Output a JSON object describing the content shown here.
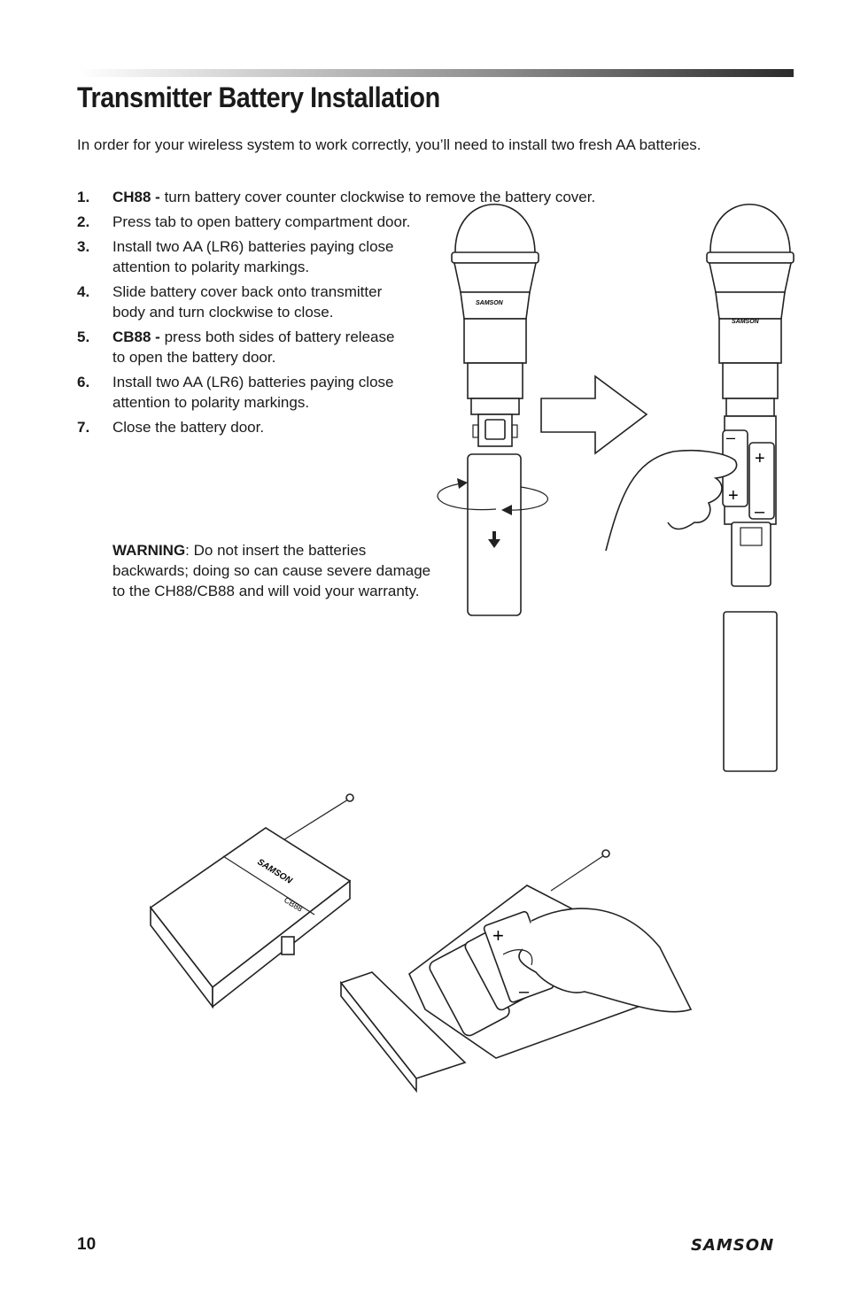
{
  "page": {
    "title": "Transmitter Battery Installation",
    "intro": "In order for your wireless system to work correctly, you’ll need to install two fresh AA batteries.",
    "steps": [
      {
        "num": "1.",
        "bold": "CH88 - ",
        "line1": "turn battery cover counter clockwise to remove the battery cover.",
        "line2": ""
      },
      {
        "num": "2.",
        "bold": "",
        "line1": "Press tab to open battery compartment door.",
        "line2": ""
      },
      {
        "num": "3.",
        "bold": "",
        "line1": "Install two AA (LR6) batteries paying close",
        "line2": "attention to polarity markings."
      },
      {
        "num": "4.",
        "bold": "",
        "line1": "Slide battery cover back onto transmitter",
        "line2": "body and turn clockwise to close."
      },
      {
        "num": "5.",
        "bold": "CB88 - ",
        "line1": "press both sides of battery release",
        "line2": "to open the battery door."
      },
      {
        "num": "6.",
        "bold": "",
        "line1": "Install two AA (LR6) batteries paying close",
        "line2": "attention to polarity markings."
      },
      {
        "num": "7.",
        "bold": "",
        "line1": "Close the battery door.",
        "line2": ""
      }
    ],
    "warning_label": "WARNING",
    "warning_text": ": Do not insert the batteries backwards; doing so can cause severe damage to the CH88/CB88 and will void your warranty.",
    "page_number": "10",
    "footer_brand": "SAMSON"
  },
  "illustrations": {
    "mic_brand": "SAMSON",
    "beltpack_brand": "SAMSON",
    "beltpack_model": "CB88",
    "plus_sign": "+",
    "minus_sign": "–"
  }
}
